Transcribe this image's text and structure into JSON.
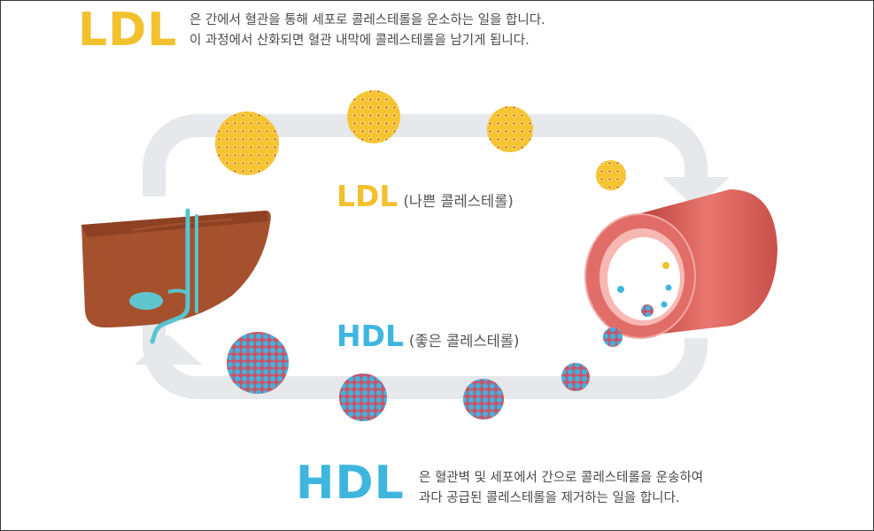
{
  "header": {
    "ldl_title": "LDL",
    "ldl_line1": "은 간에서 혈관을 통해 세포로 콜레스테롤을 운소하는 일을 합니다.",
    "ldl_line2": "이 과정에서 산화되면 혈관 내막에 콜레스테롤을 남기게 됩니다."
  },
  "cycle": {
    "ldl_label": "LDL",
    "ldl_sublabel": "(나쁜 콜레스테롤)",
    "hdl_label": "HDL",
    "hdl_sublabel": "(좋은 콜레스테롤)"
  },
  "footer": {
    "hdl_title": "HDL",
    "hdl_line1": "은 혈관벽 및 세포에서 간으로 콜레스테롤을 운송하여",
    "hdl_line2": "과다 공급된 콜레스테롤을 제거하는 일을 합니다."
  },
  "colors": {
    "ldl": "#f2c12e",
    "hdl": "#3fb6de",
    "liver": "#a5512e",
    "vessel": "#d9675f",
    "arrow": "#e6e8eb"
  }
}
